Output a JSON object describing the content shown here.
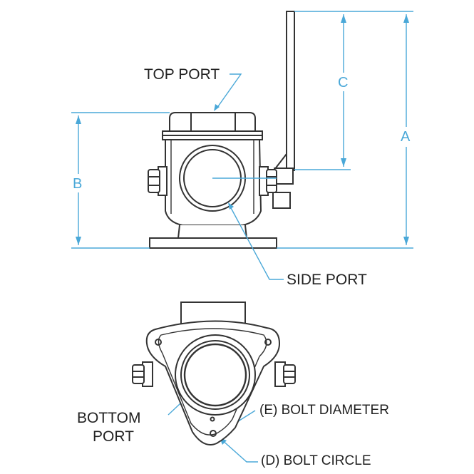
{
  "labels": {
    "top_port": "TOP PORT",
    "side_port": "SIDE PORT",
    "bottom_port_line1": "BOTTOM",
    "bottom_port_line2": "PORT",
    "bolt_diameter": "(E) BOLT DIAMETER",
    "bolt_circle": "(D) BOLT CIRCLE"
  },
  "dimensions": {
    "a": "A",
    "b": "B",
    "c": "C"
  },
  "colors": {
    "line": "#333333",
    "dimension": "#4aa8d8",
    "text": "#222222",
    "fill": "#ffffff"
  }
}
